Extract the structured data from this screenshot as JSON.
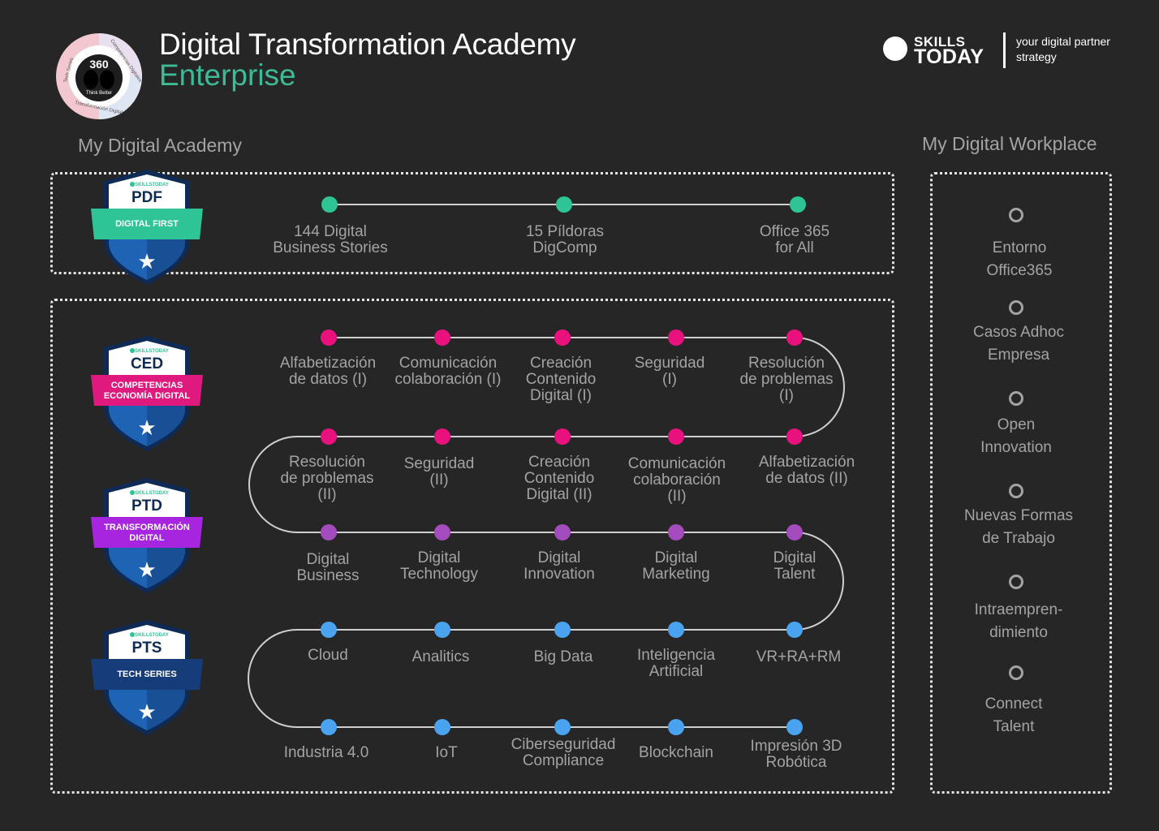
{
  "header": {
    "title": "Digital Transformation Academy",
    "subtitle": "Enterprise",
    "logo": {
      "center_text": "360",
      "tagline": "Think Better",
      "ring_texts": [
        "Tech Series",
        "Competencias Digitales",
        "Transformación Digital"
      ]
    },
    "brand": {
      "name_line1": "SKILLS",
      "name_line2": "TODAY",
      "tagline": "your digital partner strategy"
    }
  },
  "sections": {
    "academy_label": "My Digital Academy",
    "workplace_label": "My Digital Workplace"
  },
  "badges": [
    {
      "code": "PDF",
      "ribbon": [
        "DIGITAL FIRST"
      ],
      "brand": "SKILLSTODAY",
      "ribbon_color": "#2fc495"
    },
    {
      "code": "CED",
      "ribbon": [
        "COMPETENCIAS",
        "ECONOMÍA DIGITAL"
      ],
      "brand": "SKILLSTODAY",
      "ribbon_color": "#e0197f"
    },
    {
      "code": "PTD",
      "ribbon": [
        "TRANSFORMACIÓN",
        "DIGITAL"
      ],
      "brand": "SKILLSTODAY",
      "ribbon_color": "#a825e0"
    },
    {
      "code": "PTS",
      "ribbon": [
        "TECH SERIES"
      ],
      "brand": "SKILLSTODAY",
      "ribbon_color": "#163d7a"
    }
  ],
  "pdf_track": [
    {
      "lines": [
        "144 Digital",
        "Business Stories"
      ]
    },
    {
      "lines": [
        "15 Píldoras",
        "DigComp"
      ]
    },
    {
      "lines": [
        "Office 365",
        "for All"
      ]
    }
  ],
  "rows": [
    {
      "color": "#e8117e",
      "items": [
        {
          "lines": [
            "Alfabetización",
            "de datos (I)"
          ]
        },
        {
          "lines": [
            "Comunicación",
            "colaboración (I)"
          ]
        },
        {
          "lines": [
            "Creación",
            "Contenido",
            "Digital (I)"
          ]
        },
        {
          "lines": [
            "Seguridad",
            "(I)"
          ]
        },
        {
          "lines": [
            "Resolución",
            "de problemas",
            "(I)"
          ]
        }
      ]
    },
    {
      "color": "#e8117e",
      "items": [
        {
          "lines": [
            "Resolución",
            "de problemas",
            "(II)"
          ]
        },
        {
          "lines": [
            "Seguridad",
            "(II)"
          ]
        },
        {
          "lines": [
            "Creación",
            "Contenido",
            "Digital (II)"
          ]
        },
        {
          "lines": [
            "Comunicación",
            "colaboración",
            "(II)"
          ]
        },
        {
          "lines": [
            "Alfabetización",
            "de datos (II)"
          ]
        }
      ]
    },
    {
      "color": "#a44bbd",
      "items": [
        {
          "lines": [
            "Digital",
            "Business"
          ]
        },
        {
          "lines": [
            "Digital",
            "Technology"
          ]
        },
        {
          "lines": [
            "Digital",
            "Innovation"
          ]
        },
        {
          "lines": [
            "Digital",
            "Marketing"
          ]
        },
        {
          "lines": [
            "Digital",
            "Talent"
          ]
        }
      ]
    },
    {
      "color": "#4aa3ef",
      "items": [
        {
          "lines": [
            "Cloud"
          ]
        },
        {
          "lines": [
            "Analitics"
          ]
        },
        {
          "lines": [
            "Big Data"
          ]
        },
        {
          "lines": [
            "Inteligencia",
            "Artificial"
          ]
        },
        {
          "lines": [
            "VR+RA+RM"
          ]
        }
      ]
    },
    {
      "color": "#4aa3ef",
      "items": [
        {
          "lines": [
            "Industria 4.0"
          ]
        },
        {
          "lines": [
            "IoT"
          ]
        },
        {
          "lines": [
            "Ciberseguridad",
            "Compliance"
          ]
        },
        {
          "lines": [
            "Blockchain"
          ]
        },
        {
          "lines": [
            "Impresión 3D",
            "Robótica"
          ]
        }
      ]
    }
  ],
  "workplace": [
    {
      "lines": [
        "Entorno",
        "Office365"
      ]
    },
    {
      "lines": [
        "Casos Adhoc",
        "Empresa"
      ]
    },
    {
      "lines": [
        "Open",
        "Innovation"
      ]
    },
    {
      "lines": [
        "Nuevas Formas",
        "de Trabajo"
      ]
    },
    {
      "lines": [
        "Intraempren-",
        "dimiento"
      ]
    },
    {
      "lines": [
        "Connect",
        "Talent"
      ]
    }
  ],
  "colors": {
    "background": "#262626",
    "line": "#cfcfcf",
    "label": "#a3a3a3",
    "green": "#2fc495",
    "teal_title": "#3dbb96"
  }
}
